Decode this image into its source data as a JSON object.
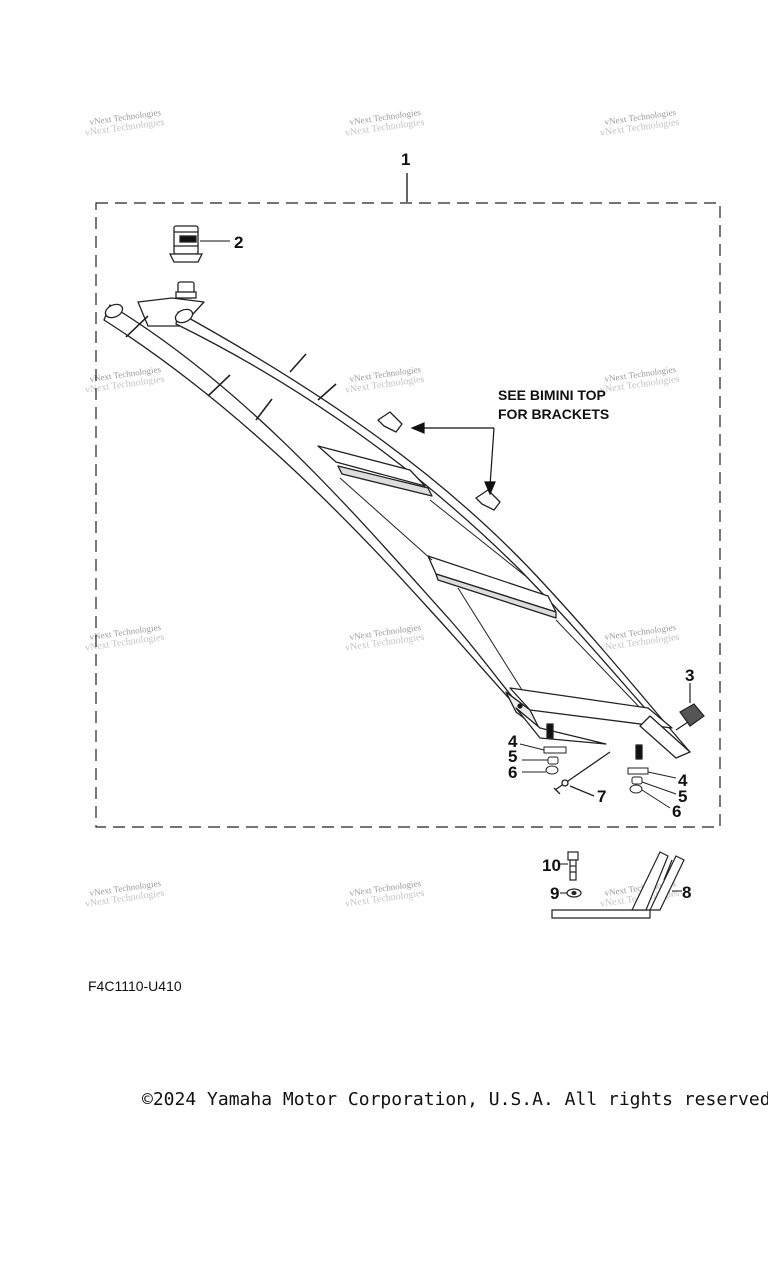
{
  "watermark": "vNext Technologies",
  "assembly_callout": "1",
  "note": {
    "line1": "SEE BIMINI TOP",
    "line2": "FOR BRACKETS"
  },
  "callouts": {
    "cap_2": "2",
    "knob_3": "3",
    "spacer_4_left": "4",
    "washer_5_left": "5",
    "nut_6_left": "6",
    "pin_7": "7",
    "spacer_4_right": "4",
    "washer_5_right": "5",
    "nut_6_right": "6",
    "bracket_8": "8",
    "washer_9": "9",
    "bolt_10": "10"
  },
  "diagram_code": "F4C1110-U410",
  "copyright": "©2024 Yamaha Motor Corporation, U.S.A. All rights reserved."
}
